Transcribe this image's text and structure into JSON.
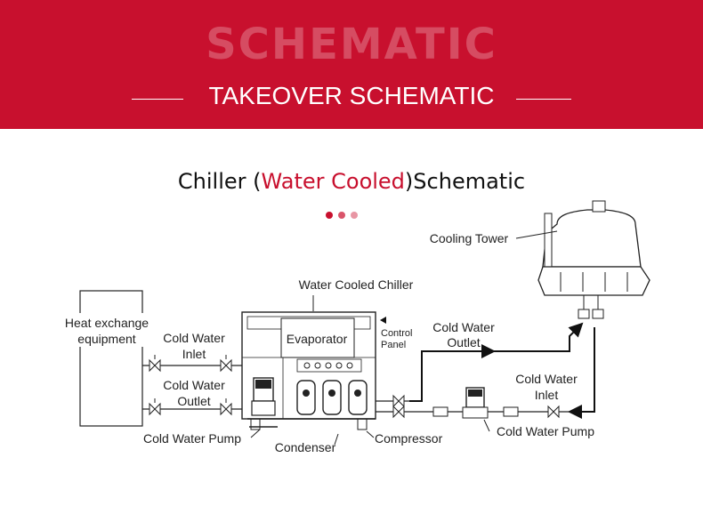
{
  "banner": {
    "watermark": "SCHEMATIC",
    "subtitle": "TAKEOVER SCHEMATIC",
    "background": "#c8102e"
  },
  "heading": {
    "part1": "Chiller",
    "open_paren": "(",
    "accent": "Water Cooled",
    "close_paren": ")",
    "part2": "Schematic",
    "accent_color": "#c8102e",
    "dot_colors": [
      "#c8102e",
      "#d9546a",
      "#e896a4"
    ]
  },
  "labels": {
    "heat_exchange_1": "Heat exchange",
    "heat_exchange_2": "equipment",
    "cold_water_inlet_left_1": "Cold Water",
    "cold_water_inlet_left_2": "Inlet",
    "cold_water_outlet_left_1": "Cold Water",
    "cold_water_outlet_left_2": "Outlet",
    "cold_water_pump_left": "Cold Water Pump",
    "water_cooled_chiller": "Water Cooled Chiller",
    "evaporator": "Evaporator",
    "control_panel_1": "Control",
    "control_panel_2": "Panel",
    "condenser": "Condenser",
    "compressor": "Compressor",
    "cold_water_outlet_right_1": "Cold Water",
    "cold_water_outlet_right_2": "Outlet",
    "cold_water_inlet_right_1": "Cold Water",
    "cold_water_inlet_right_2": "Inlet",
    "cold_water_pump_right": "Cold Water Pump",
    "cooling_tower": "Cooling Tower"
  }
}
